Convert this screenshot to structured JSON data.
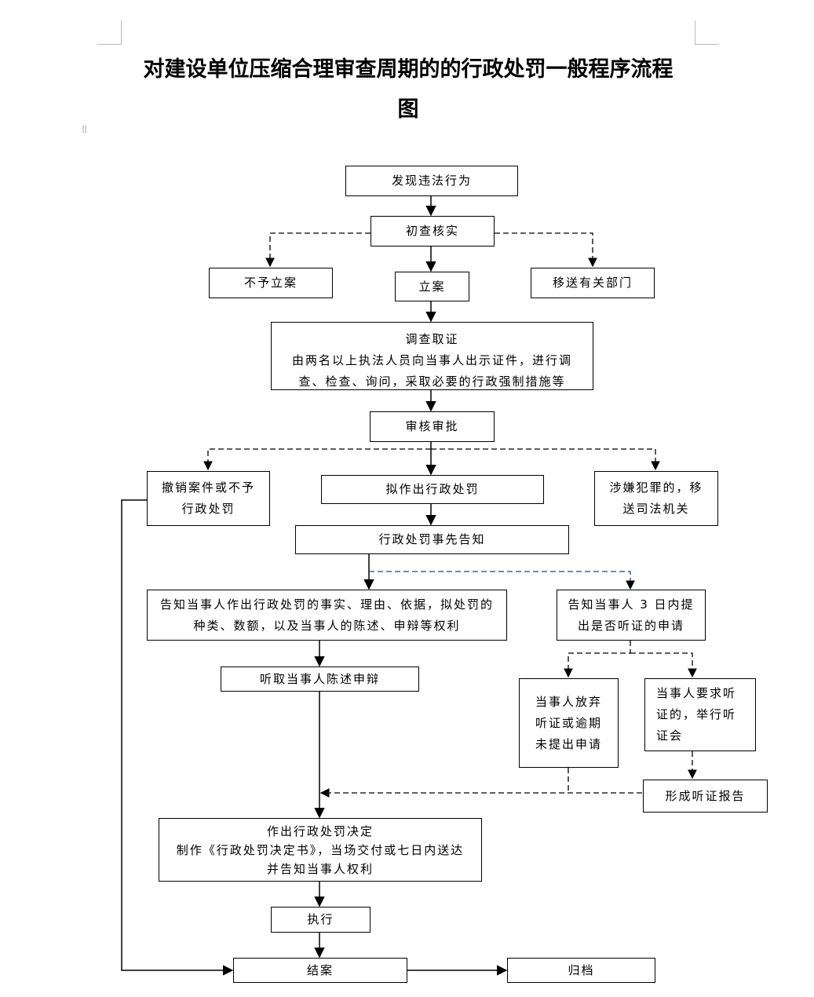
{
  "title": {
    "line1": "对建设单位压缩合理审查周期的的行政处罚一般程序流程",
    "line2": "图"
  },
  "flow": {
    "discover": "发现违法行为",
    "initial_check": "初查核实",
    "no_case": "不予立案",
    "file_case": "立案",
    "transfer_dept": "移送有关部门",
    "investigate": {
      "title": "调查取证",
      "line1": "由两名以上执法人员向当事人出示证件，进行调",
      "line2": "查、检查、询问，采取必要的行政强制措施等"
    },
    "review": "审核审批",
    "revoke": {
      "line1": "撤销案件或不予",
      "line2": "行政处罚"
    },
    "propose_penalty": "拟作出行政处罚",
    "crime": {
      "line1": "涉嫌犯罪的，移",
      "line2": "送司法机关"
    },
    "prior_notice": "行政处罚事先告知",
    "notify_rights": {
      "line1": "告知当事人作出行政处罚的事实、理由、依据，拟处罚的",
      "line2": "种类、数额，以及当事人的陈述、申辩等权利"
    },
    "notify_hearing": {
      "line1": "告知当事人 3 日内提",
      "line2": "出是否听证的申请"
    },
    "hear_statement": "听取当事人陈述申辩",
    "waive_hearing": {
      "line1": "当事人放弃",
      "line2": "听证或逾期",
      "line3": "未提出申请"
    },
    "request_hearing": {
      "line1": "当事人要求听",
      "line2": "证的，举行听",
      "line3": "证会"
    },
    "hearing_report": "形成听证报告",
    "decision": {
      "title": "作出行政处罚决定",
      "line1": "制作《行政处罚决定书》，当场交付或七日内送达",
      "line2": "并告知当事人权利"
    },
    "execute": "执行",
    "close_case": "结案",
    "archive": "归档"
  }
}
